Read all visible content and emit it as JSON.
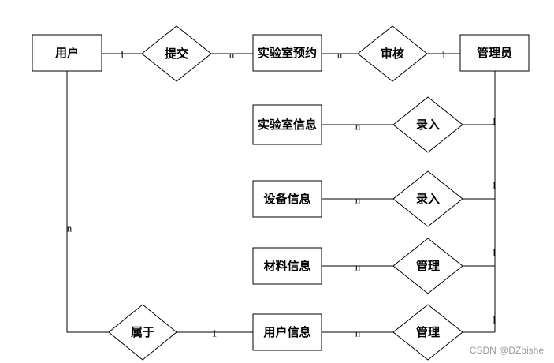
{
  "entities": {
    "user": "用户",
    "lab_booking": "实验室预约",
    "admin": "管理员",
    "lab_info": "实验室信息",
    "equipment_info": "设备信息",
    "material_info": "材料信息",
    "user_info": "用户信息"
  },
  "relationships": {
    "submit": "提交",
    "review": "审核",
    "enter_lab": "录入",
    "enter_equipment": "录入",
    "manage_material": "管理",
    "manage_user_info": "管理",
    "belongs_to": "属于"
  },
  "cardinalities": {
    "user_submit": "1",
    "submit_booking": "n",
    "booking_review": "n",
    "review_admin": "1",
    "lab_info_rel": "n",
    "admin_lab": "1",
    "equipment_rel": "n",
    "admin_equipment": "1",
    "material_rel": "n",
    "admin_material": "1",
    "user_belongs": "n",
    "belongs_userinfo": "1",
    "userinfo_rel": "n",
    "admin_userinfo": "1"
  },
  "watermark": "CSDN @DZbishe"
}
